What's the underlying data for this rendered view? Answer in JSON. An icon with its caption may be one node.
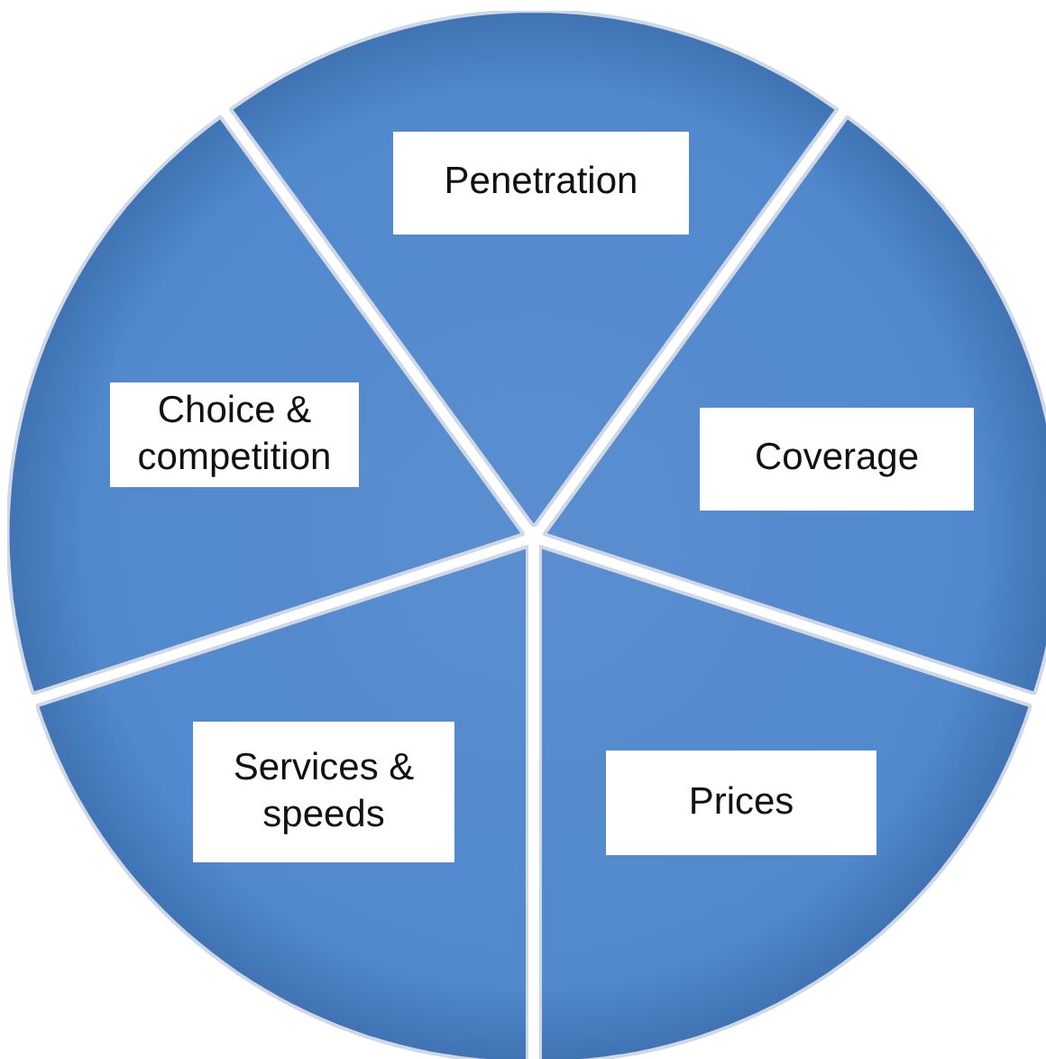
{
  "diagram": {
    "nodes": [
      {
        "text": [
          "Penetration"
        ]
      },
      {
        "text": [
          "Coverage"
        ]
      },
      {
        "text": [
          "Prices"
        ]
      },
      {
        "text": [
          "Services & speeds"
        ]
      },
      {
        "text": [
          "Choice & competition"
        ]
      }
    ]
  }
}
